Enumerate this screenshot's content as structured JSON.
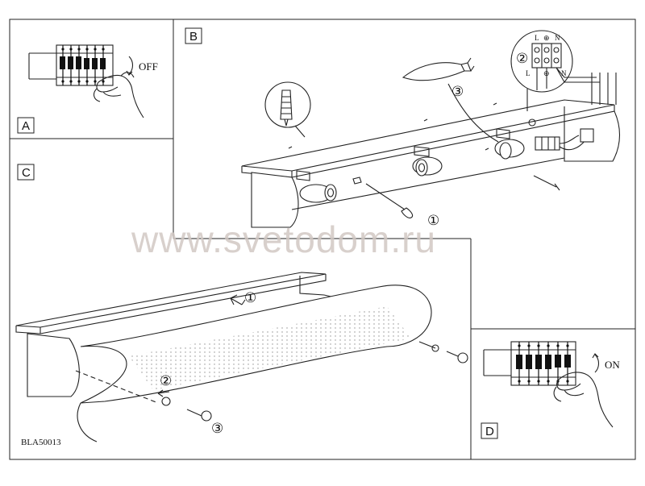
{
  "panels": {
    "a": {
      "letter": "A",
      "switch_label": "OFF"
    },
    "b": {
      "letter": "B",
      "terminal_top": [
        "L",
        "⊕",
        "N"
      ],
      "terminal_bottom": [
        "L",
        "⊕",
        "N"
      ]
    },
    "c": {
      "letter": "C"
    },
    "d": {
      "letter": "D",
      "switch_label": "ON"
    }
  },
  "steps": {
    "b_step1": "①",
    "b_step2": "②",
    "b_step3": "③",
    "c_step1": "①",
    "c_step2": "②",
    "c_step3": "③"
  },
  "watermark": "www.svetodom.ru",
  "model_code": "BLA50013",
  "icons": [
    "breaker-off-icon",
    "breaker-on-icon",
    "hand-icon",
    "wall-plug-icon",
    "bulb-icon",
    "screw-icon",
    "terminal-block-icon"
  ]
}
